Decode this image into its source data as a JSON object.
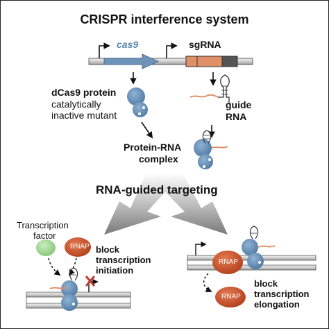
{
  "title": "CRISPR interference system",
  "genes": {
    "cas9": "cas9",
    "sgrna": "sgRNA"
  },
  "dcas9": {
    "name": "dCas9 protein",
    "desc_line1": "catalytically",
    "desc_line2": "inactive mutant"
  },
  "guide": {
    "line1": "guide",
    "line2": "RNA"
  },
  "complex": {
    "line1": "Protein-RNA",
    "line2": "complex"
  },
  "targeting": "RNA-guided targeting",
  "left_panel": {
    "tf_line1": "Transcription",
    "tf_line2": "factor",
    "rnap": "RNAP",
    "result_line1": "block",
    "result_line2": "transcription",
    "result_line3": "initiation"
  },
  "right_panel": {
    "rnap": "RNAP",
    "rnap2": "RNAP",
    "result_line1": "block",
    "result_line2": "transcription",
    "result_line3": "elongation"
  },
  "colors": {
    "cas9_blue": "#6d93b8",
    "rnap_red": "#cf5630",
    "tf_green": "#a6d99a",
    "sgrna_orange": "#e09066",
    "block_x": "#c0392b"
  }
}
